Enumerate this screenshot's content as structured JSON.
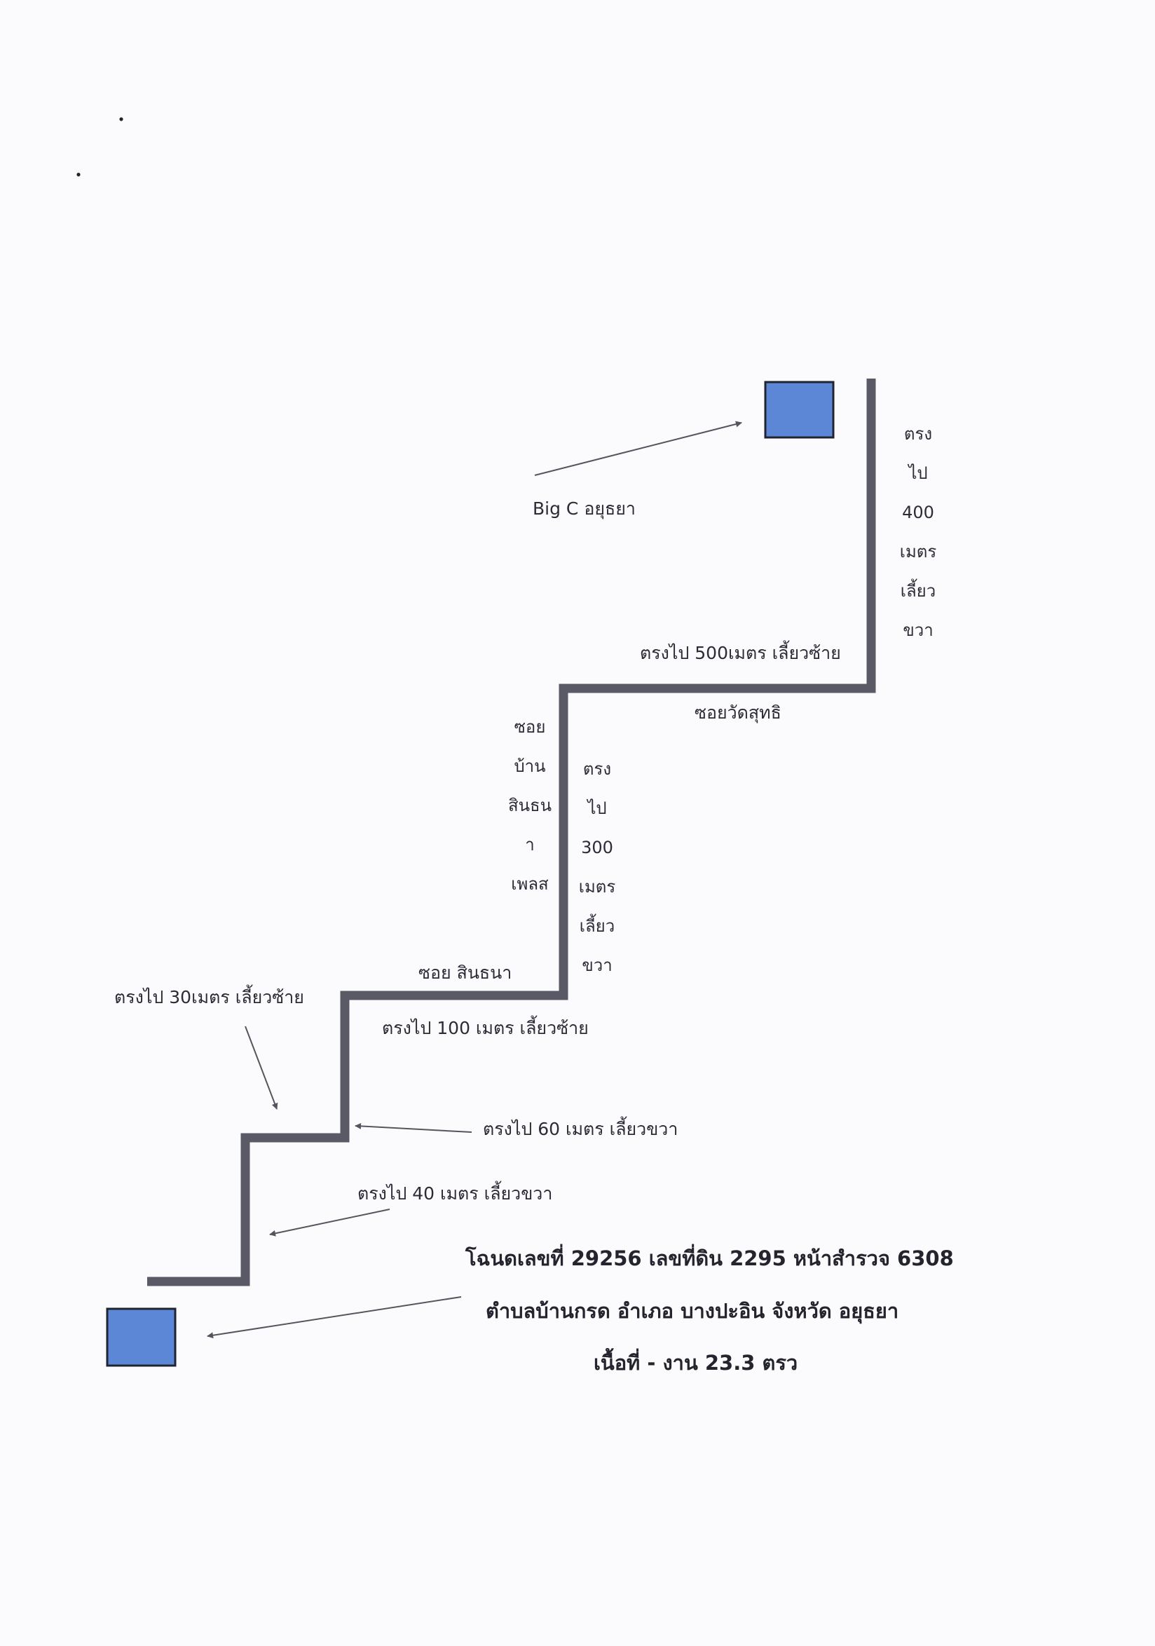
{
  "colors": {
    "road": "#5a5a66",
    "landmark_fill": "#5b87d6",
    "landmark_border": "#1f2430",
    "arrow": "#55555f"
  },
  "landmarks": {
    "destination": "Big C อยุธยา"
  },
  "segment_labels": {
    "top_vertical": [
      "ตรง",
      "ไป",
      "400",
      "เมตร",
      "เลี้ยว",
      "ขวา"
    ],
    "top_horizontal": "ตรงไป 500เมตร เลี้ยวซ้าย",
    "soi_wat_suthi": "ซอยวัดสุทธิ",
    "soi_baan_sinthana": [
      "ซอย",
      "บ้าน",
      "สินธน",
      "า",
      "เพลส"
    ],
    "mid_vertical": [
      "ตรง",
      "ไป",
      "300",
      "เมตร",
      "เลี้ยว",
      "ขวา"
    ],
    "soi_sinthana": "ซอย สินธนา",
    "mid_horizontal": "ตรงไป 100 เมตร เลี้ยวซ้าย",
    "left_note": "ตรงไป 30เมตร เลี้ยวซ้าย",
    "right_note_60": "ตรงไป 60 เมตร เลี้ยวขวา",
    "note_40": "ตรงไป 40 เมตร เลี้ยวขวา"
  },
  "deed": {
    "line1": "โฉนดเลขที่ 29256 เลขที่ดิน 2295 หน้าสำรวจ 6308",
    "line2": "ตำบลบ้านกรด อำเภอ บางปะอิน จังหวัด อยุธยา",
    "line3": "เนื้อที่ - งาน 23.3 ตรว"
  }
}
